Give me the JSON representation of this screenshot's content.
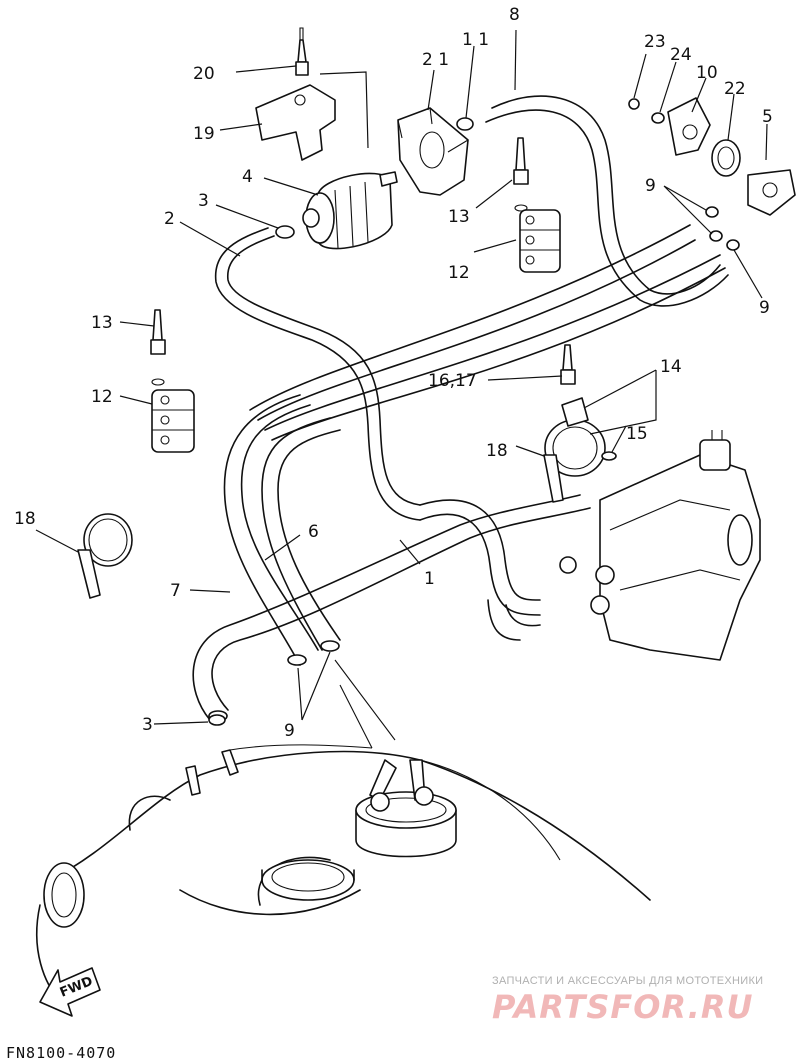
{
  "diagram": {
    "code": "FN8100-4070",
    "fwd_label": "FWD",
    "callouts": {
      "c1": "1",
      "c2": "2",
      "c3a": "3",
      "c3b": "3",
      "c4": "4",
      "c5": "5",
      "c6": "6",
      "c7": "7",
      "c8": "8",
      "c9a": "9",
      "c9b": "9",
      "c9c": "9",
      "c10": "10",
      "c11": "1 1",
      "c12a": "12",
      "c12b": "12",
      "c13a": "13",
      "c13b": "13",
      "c14": "14",
      "c15": "15",
      "c1617": "16,17",
      "c18a": "18",
      "c18b": "18",
      "c19": "19",
      "c20": "20",
      "c21": "2 1",
      "c22": "22",
      "c23": "23",
      "c24": "24"
    }
  },
  "watermark": {
    "tagline": "ЗАПЧАСТИ И АКСЕССУАРЫ ДЛЯ МОТОТЕХНИКИ",
    "logo": "PARTSFOR.RU"
  }
}
